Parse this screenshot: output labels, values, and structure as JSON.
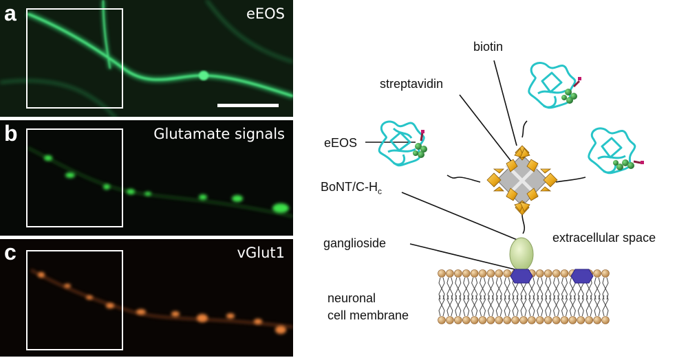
{
  "panels": [
    {
      "letter": "a",
      "title": "eEOS"
    },
    {
      "letter": "b",
      "title": "Glutamate signals"
    },
    {
      "letter": "c",
      "title": "vGlut1"
    }
  ],
  "diagram": {
    "labels": {
      "biotin": "biotin",
      "streptavidin": "streptavidin",
      "eeos": "eEOS",
      "bont": "BoNT/C-H",
      "bont_sub": "c",
      "ganglioside": "ganglioside",
      "extracellular": "extracellular space",
      "membrane_line1": "neuronal",
      "membrane_line2": "cell membrane"
    }
  },
  "colors": {
    "eeos_fluor": "#3fd46a",
    "glutamate_fluor": "#39e03a",
    "vglut_fluor": "#e8823a",
    "protein": "#27c4c8",
    "biotin_group": "#2e8b3e",
    "streptavidin_core": "#e9a71a",
    "ganglioside": "#cfe0a6",
    "receptor": "#4a3fb0",
    "lipid_head": "#d9a86c"
  }
}
